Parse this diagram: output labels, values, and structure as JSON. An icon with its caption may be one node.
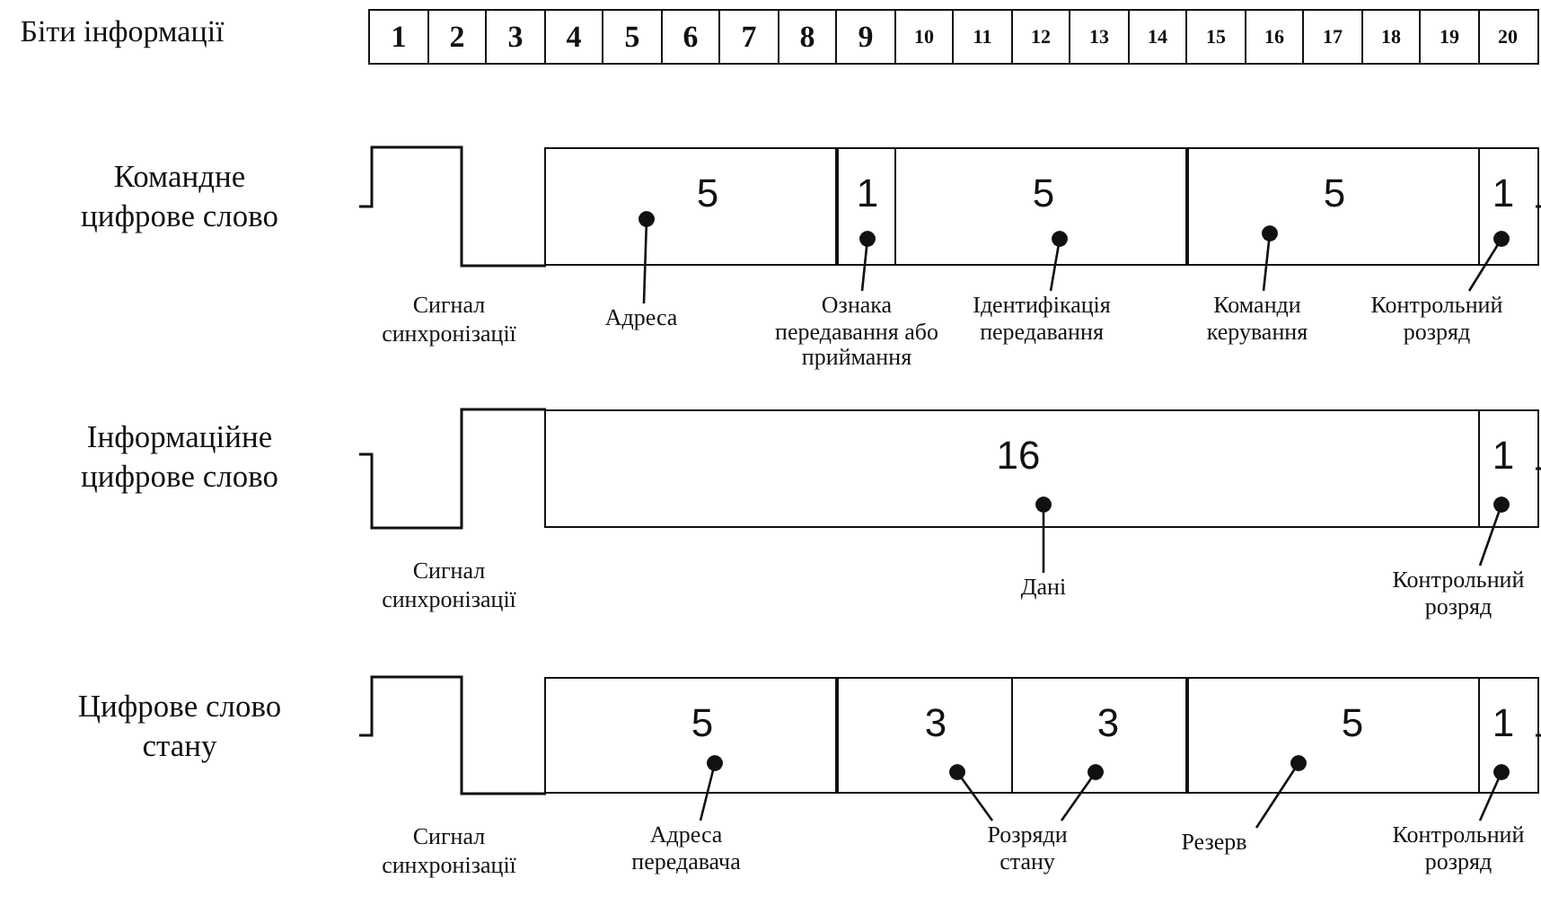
{
  "diagram": {
    "nodes": [
      {
        "text": [
          "1"
        ]
      },
      {
        "text": [
          "2"
        ]
      },
      {
        "text": [
          "3"
        ]
      },
      {
        "text": [
          "4"
        ]
      },
      {
        "text": [
          "5"
        ]
      },
      {
        "text": [
          "6"
        ]
      },
      {
        "text": [
          "7"
        ]
      },
      {
        "text": [
          "8"
        ]
      },
      {
        "text": [
          "9"
        ]
      },
      {
        "text": [
          "10"
        ]
      },
      {
        "text": [
          "11"
        ]
      },
      {
        "text": [
          "12"
        ]
      },
      {
        "text": [
          "13"
        ]
      },
      {
        "text": [
          "14"
        ]
      },
      {
        "text": [
          "15"
        ]
      },
      {
        "text": [
          "16"
        ]
      },
      {
        "text": [
          "17"
        ]
      },
      {
        "text": [
          "18"
        ]
      },
      {
        "text": [
          "19"
        ]
      },
      {
        "text": [
          "20"
        ]
      },
      {
        "text": [
          "5"
        ]
      },
      {
        "text": [
          "1"
        ]
      },
      {
        "text": [
          "5"
        ]
      },
      {
        "text": [
          "5"
        ]
      },
      {
        "text": [
          "1"
        ]
      },
      {
        "text": [
          "Адреса"
        ]
      },
      {
        "text": [
          "Ознака передавання або приймання"
        ]
      },
      {
        "text": [
          "Ідентифікація передавання"
        ]
      },
      {
        "text": [
          "Команди керування"
        ]
      },
      {
        "text": [
          "Контрольний розряд"
        ]
      },
      {
        "text": [
          "16"
        ]
      },
      {
        "text": [
          "1"
        ]
      },
      {
        "text": [
          "Дані"
        ]
      },
      {
        "text": [
          "Контрольний розряд"
        ]
      },
      {
        "text": [
          "5"
        ]
      },
      {
        "text": [
          "3"
        ]
      },
      {
        "text": [
          "3"
        ]
      },
      {
        "text": [
          "5"
        ]
      },
      {
        "text": [
          "1"
        ]
      },
      {
        "text": [
          "Адреса передавача"
        ]
      },
      {
        "text": [
          "Розряди стану"
        ]
      },
      {
        "text": [
          "Резерв"
        ]
      },
      {
        "text": [
          "Контрольний розряд"
        ]
      }
    ],
    "edges": [
      {
        "from": 25,
        "to": 20,
        "arrow": "other"
      },
      {
        "from": 26,
        "to": 21,
        "arrow": "other"
      },
      {
        "from": 27,
        "to": 22,
        "arrow": "other"
      },
      {
        "from": 28,
        "to": 23,
        "arrow": "other"
      },
      {
        "from": 29,
        "to": 24,
        "arrow": "other"
      },
      {
        "from": 32,
        "to": 30,
        "arrow": "other"
      },
      {
        "from": 33,
        "to": 31,
        "arrow": "other"
      },
      {
        "from": 39,
        "to": 34,
        "arrow": "other"
      },
      {
        "from": 40,
        "to": 35,
        "arrow": "other"
      },
      {
        "from": 40,
        "to": 36,
        "arrow": "other"
      },
      {
        "from": 41,
        "to": 37,
        "arrow": "other"
      },
      {
        "from": 42,
        "to": 38,
        "arrow": "other"
      }
    ],
    "labels": [
      "Біти інформації",
      "Командне цифрове слово",
      "Сигнал синхронізації",
      "Інформаційне цифрове слово",
      "Сигнал синхронізації",
      "Цифрове слово стану",
      "Сигнал синхронізації"
    ]
  }
}
